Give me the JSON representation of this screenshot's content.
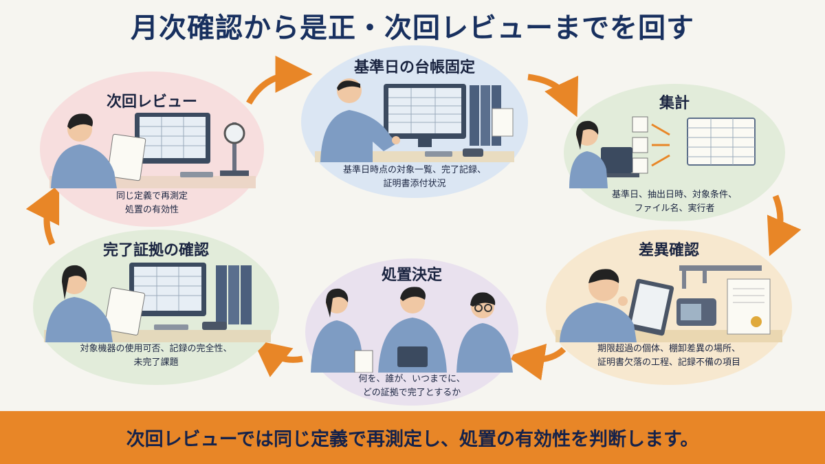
{
  "title": "月次確認から是正・次回レビューまでを回す",
  "colors": {
    "arrow": "#e88627",
    "bottom_bar": "#e88627",
    "title": "#18305f"
  },
  "nodes": [
    {
      "title": "基準日の台帳固定",
      "desc": [
        "基準日時点の対象一覧、完了記録、",
        "証明書添付状況"
      ],
      "bg": "#dbe6f3",
      "illustration": "person-at-monitor-with-binders"
    },
    {
      "title": "集計",
      "desc": [
        "基準日、抽出日時、対象条件、",
        "ファイル名、実行者"
      ],
      "bg": "#e2ecda",
      "illustration": "person-at-laptop-with-files"
    },
    {
      "title": "差異確認",
      "desc": [
        "期限超過の個体、棚卸差異の場所、",
        "証明書欠落の工程、記録不備の項目"
      ],
      "bg": "#f7e8cf",
      "illustration": "person-checking-tablet-and-certificate"
    },
    {
      "title": "処置決定",
      "desc": [
        "何を、誰が、いつまでに、",
        "どの証拠で完了とするか"
      ],
      "bg": "#e9e1ee",
      "illustration": "three-people-discussing"
    },
    {
      "title": "完了証拠の確認",
      "desc": [
        "対象機器の使用可否、記録の完全性、",
        "未完了課題"
      ],
      "bg": "#e2ecda",
      "illustration": "person-with-clipboard-and-binders"
    },
    {
      "title": "次回レビュー",
      "desc": [
        "同じ定義で再測定",
        "処置の有効性"
      ],
      "bg": "#f7dede",
      "illustration": "person-with-clipboard-and-gauge"
    }
  ],
  "bottom": "次回レビューでは同じ定義で再測定し、処置の有効性を判断します。"
}
